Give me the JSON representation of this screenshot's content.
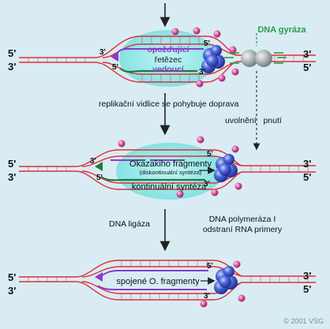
{
  "colors": {
    "background": "#d9ecf3",
    "strand_red": "#e0303a",
    "lagging_purple": "#8a3cc8",
    "leading_green": "#1f7a3c",
    "gyrase_green": "#2a9a50",
    "bubble_cyan": "#8fe8e8",
    "arrow_black": "#222222"
  },
  "icons": {
    "helicase": "blue-sphere-cluster-icon",
    "ssb": "pink-dot-icon",
    "gyrase": "grey-sphere-pair-icon",
    "arrow": "down-arrow-icon"
  },
  "stage1": {
    "label_5L": "5'",
    "label_3L": "3'",
    "label_3R": "3'",
    "label_5R": "5'",
    "bubble_5_top": "5'",
    "bubble_3_top": "3'",
    "bubble_5_bottom": "5'",
    "bubble_3_bottom": "3'",
    "lagging_line1": "opožďující",
    "lagging_line2": "řetězec",
    "leading": "vedoucí",
    "gyrase": "DNA gyráza"
  },
  "captions": {
    "fork_moves": "replikační vidlice se pohybuje doprava",
    "tension_release": "uvolnění   pnutí",
    "ligase": "DNA ligáza",
    "polymerase_line1": "DNA polymeráza I",
    "polymerase_line2": "odstraní RNA primery"
  },
  "stage2": {
    "label_5L": "5'",
    "label_3L": "3'",
    "label_3R": "3'",
    "label_5R": "5'",
    "bubble_3_top": "3'",
    "bubble_5_top": "5'",
    "bubble_5_bottom": "5'",
    "bubble_3_bottom": "3'",
    "okazaki": "Okazakiho fragmenty",
    "discontinuous": "(diskontinuální syntéza)",
    "continuous": "kontinuální syntéza"
  },
  "stage3": {
    "label_5L": "5'",
    "label_3L": "3'",
    "label_3R": "3'",
    "label_5R": "5'",
    "bubble_5": "5'",
    "bubble_3": "3'",
    "joined": "spojené O. fragmenty"
  },
  "copyright": "© 2001 VSG"
}
